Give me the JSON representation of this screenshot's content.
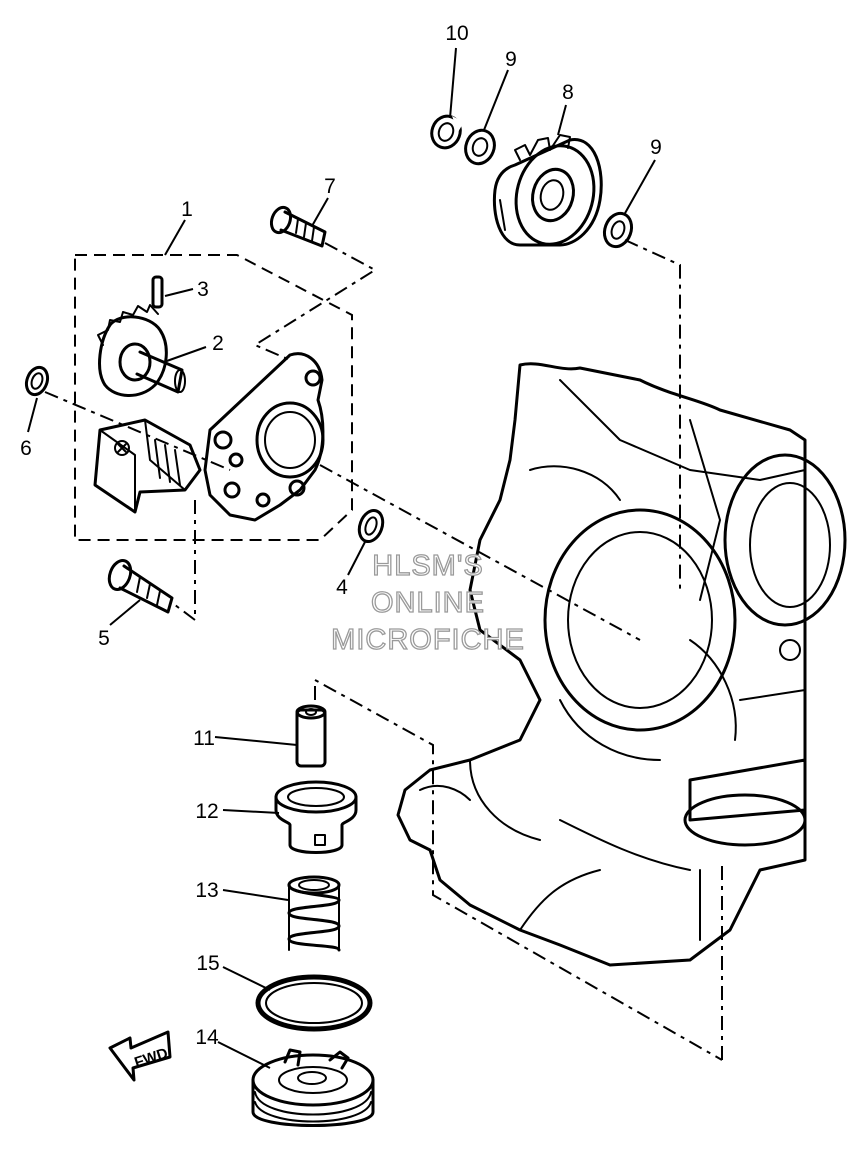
{
  "callouts": {
    "c1": "1",
    "c2": "2",
    "c3": "3",
    "c4": "4",
    "c5": "5",
    "c6": "6",
    "c7": "7",
    "c8": "8",
    "c9a": "9",
    "c9b": "9",
    "c10": "10",
    "c11": "11",
    "c12": "12",
    "c13": "13",
    "c14": "14",
    "c15": "15"
  },
  "watermark": {
    "line1": "HLSM'S",
    "line2": "ONLINE",
    "line3": "MICROFICHE"
  },
  "fwd_label": "FWD",
  "colors": {
    "ink": "#000000",
    "paper": "#ffffff",
    "watermark_outline": "#9a9a9a"
  }
}
